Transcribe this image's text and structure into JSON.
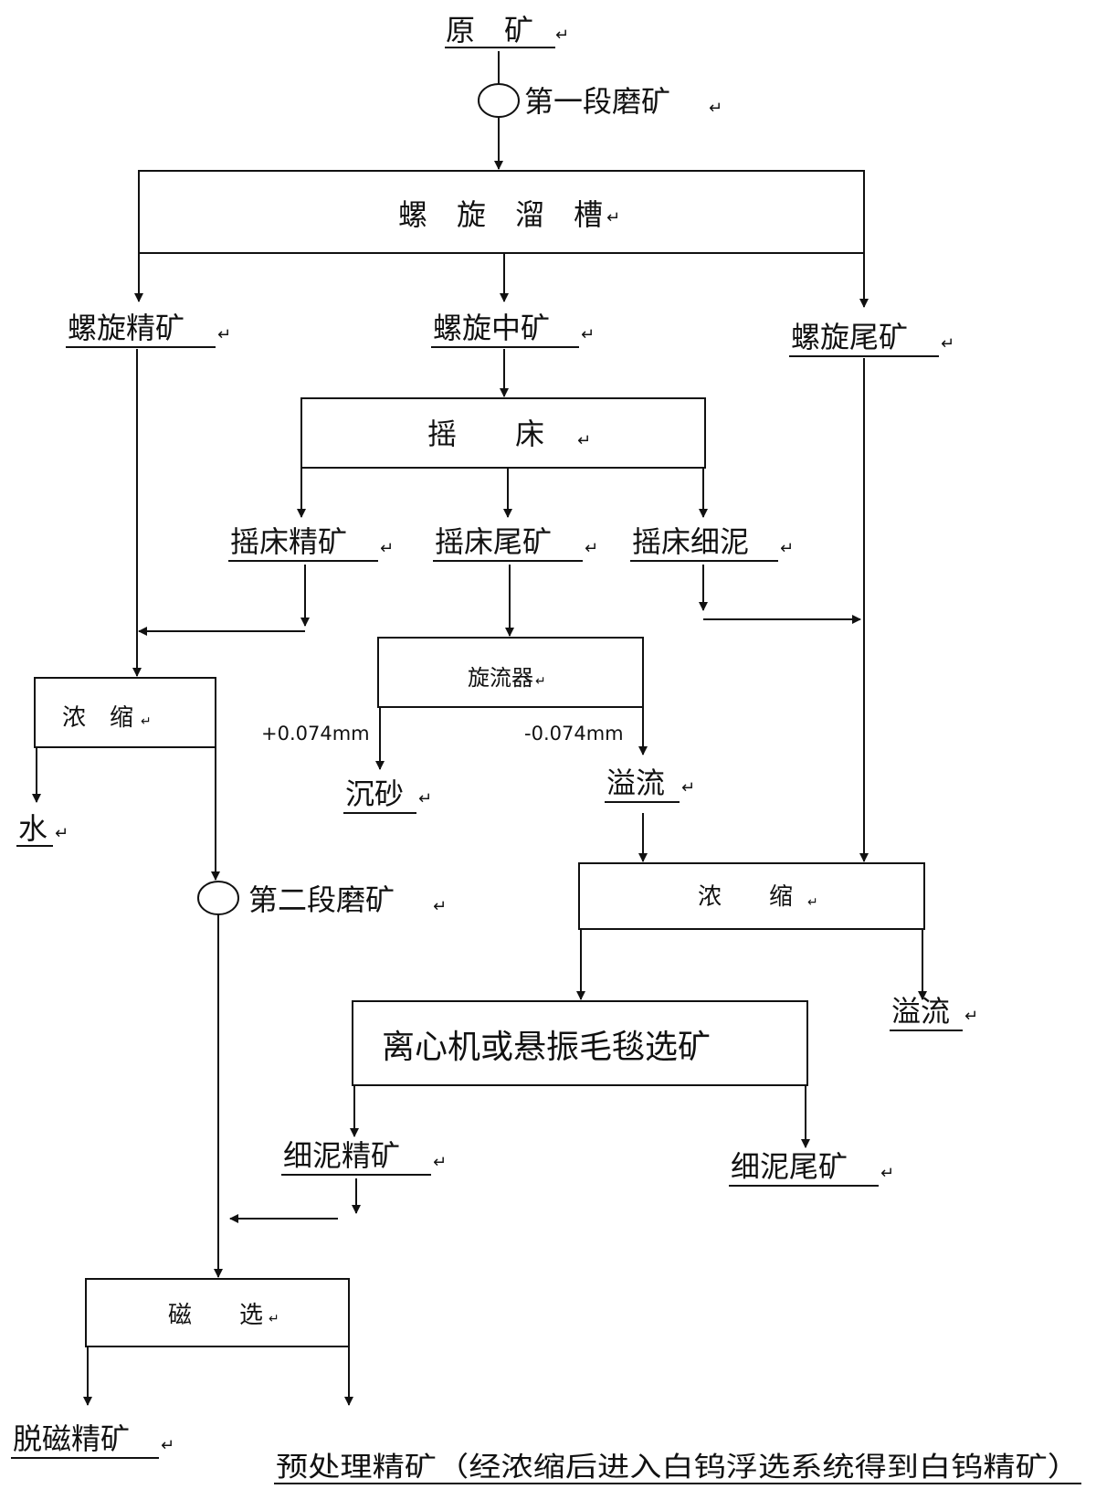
{
  "labels": {
    "raw_ore": "原　矿",
    "grind1": "第一段磨矿",
    "spiral_chute": "螺　旋　溜　槽",
    "spiral_conc": "螺旋精矿",
    "spiral_mid": "螺旋中矿",
    "spiral_tail": "螺旋尾矿",
    "table": "摇　　床",
    "table_conc": "摇床精矿",
    "table_tail": "摇床尾矿",
    "table_slime": "摇床细泥",
    "cyclone": "旋流器",
    "coarse_size": "+0.074mm",
    "fine_size": "-0.074mm",
    "thicken1": "浓　缩",
    "water": "水",
    "underflow": "沉砂",
    "overflow1": "溢流",
    "grind2": "第二段磨矿",
    "thicken2": "浓　　缩",
    "overflow2": "溢流",
    "centrifuge": "离心机或悬振毛毯选矿",
    "slime_conc": "细泥精矿",
    "slime_tail": "细泥尾矿",
    "mag_sep": "磁　　选",
    "demag_conc": "脱磁精矿",
    "pretreat_conc": "预处理精矿（经浓缩后进入白钨浮选系统得到白钨精矿）"
  },
  "return_mark": "↵"
}
